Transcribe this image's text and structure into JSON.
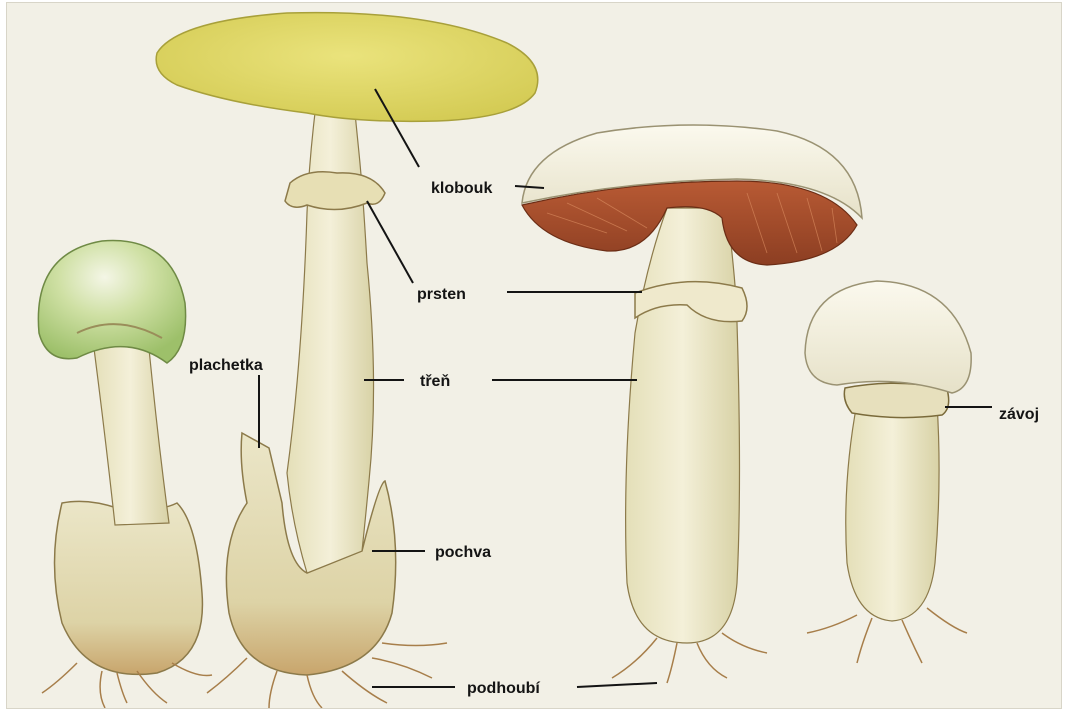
{
  "labels": {
    "cap": "klobouk",
    "ring": "prsten",
    "partial_veil": "plachetka",
    "stem": "třeň",
    "volva": "pochva",
    "mycelium": "podhoubí",
    "veil": "závoj"
  },
  "colors": {
    "background": "#f2f0e6",
    "yellow_cap": "#e2dc6a",
    "green_cap": "#b9d28a",
    "stem": "#ece7c9",
    "gills": "#9e4a2a",
    "white_cap": "#f4f1e2",
    "roots": "#b58a55",
    "line": "#141414"
  }
}
